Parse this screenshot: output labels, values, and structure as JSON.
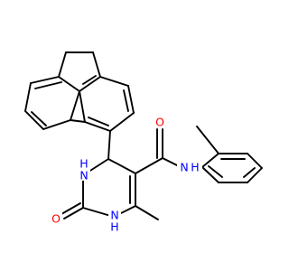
{
  "colors": {
    "bond": "#000000",
    "oxygen": "#ff0000",
    "nitrogen": "#0000ff",
    "background": "#ffffff"
  },
  "atoms": {
    "carbonyl_oxygen_amide": "O",
    "amide_nh": "N H",
    "ring_nh_top": "H\nN",
    "ring_nh_bottom": "H\nN",
    "ring_carbonyl_oxygen": "O"
  }
}
